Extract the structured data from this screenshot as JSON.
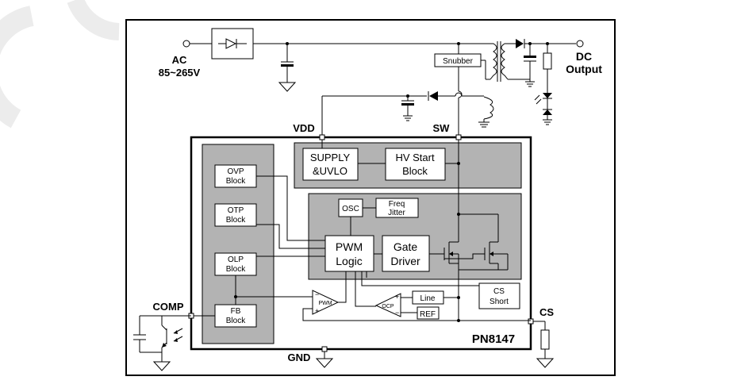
{
  "input": {
    "label_line1": "AC",
    "label_line2": "85~265V"
  },
  "output": {
    "label_line1": "DC",
    "label_line2": "Output"
  },
  "snubber": "Snubber",
  "pins": {
    "vdd": "VDD",
    "sw": "SW",
    "comp": "COMP",
    "cs": "CS",
    "gnd": "GND"
  },
  "chip_name": "PN8147",
  "blocks": {
    "ovp": [
      "OVP",
      "Block"
    ],
    "otp": [
      "OTP",
      "Block"
    ],
    "olp": [
      "OLP",
      "Block"
    ],
    "fb": [
      "FB",
      "Block"
    ],
    "supply": [
      "SUPPLY",
      "&UVLO"
    ],
    "hvstart": [
      "HV Start",
      "Block"
    ],
    "osc": "OSC",
    "freq_jitter": [
      "Freq",
      "Jitter"
    ],
    "pwm_logic": [
      "PWM",
      "Logic"
    ],
    "gate_driver": [
      "Gate",
      "Driver"
    ],
    "cs_short": [
      "CS",
      "Short"
    ],
    "line": "Line",
    "ref": "REF",
    "pwm_comp": "PWM",
    "ocp_comp": "OCP"
  }
}
